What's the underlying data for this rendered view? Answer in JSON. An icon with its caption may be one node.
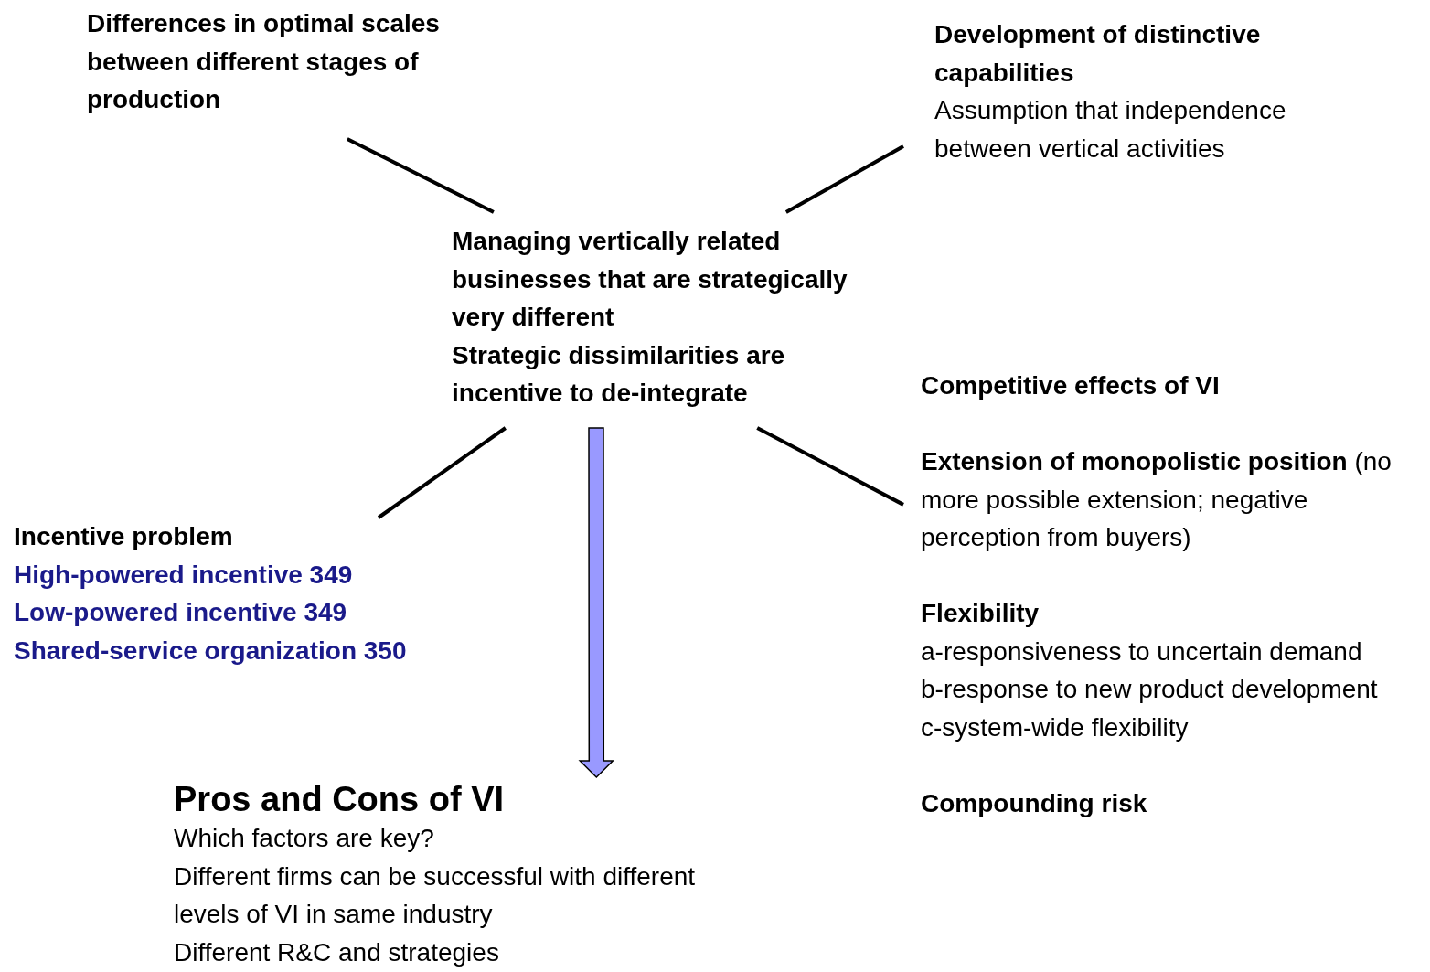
{
  "diagram": {
    "nodes": [
      {
        "text": [
          "Differences in optimal scales between different stages of production"
        ]
      },
      {
        "text": [
          "Development of distinctive capabilities",
          "Assumption that independence between vertical activities"
        ]
      },
      {
        "text": [
          "Managing vertically related businesses that are strategically very different",
          "Strategic dissimilarities are incentive to de-integrate"
        ]
      },
      {
        "text": [
          "Incentive problem",
          "High-powered incentive 349",
          "Low-powered incentive 349",
          "Shared-service organization 350"
        ]
      },
      {
        "text": [
          "Competitive effects of VI",
          "**Extension of monopolistic position** (no more possible extension; negative perception from buyers)",
          "Flexibility",
          "a-responsiveness to uncertain demand",
          "b-response to new product development",
          "c-system-wide flexibility",
          "Compounding risk"
        ]
      },
      {
        "text": [
          "Pros and Cons of VI",
          "Which factors are key?",
          "Different firms can be successful with different levels of VI in same industry",
          "Different R&C and strategies"
        ]
      }
    ],
    "edges": [
      {
        "from": 2,
        "to": 0,
        "arrow": "none"
      },
      {
        "from": 2,
        "to": 1,
        "arrow": "none"
      },
      {
        "from": 2,
        "to": 3,
        "arrow": "none"
      },
      {
        "from": 2,
        "to": 4,
        "arrow": "none"
      },
      {
        "from": 2,
        "to": 5,
        "arrow": "to",
        "style": "thick",
        "color": "#9999ff"
      }
    ]
  }
}
